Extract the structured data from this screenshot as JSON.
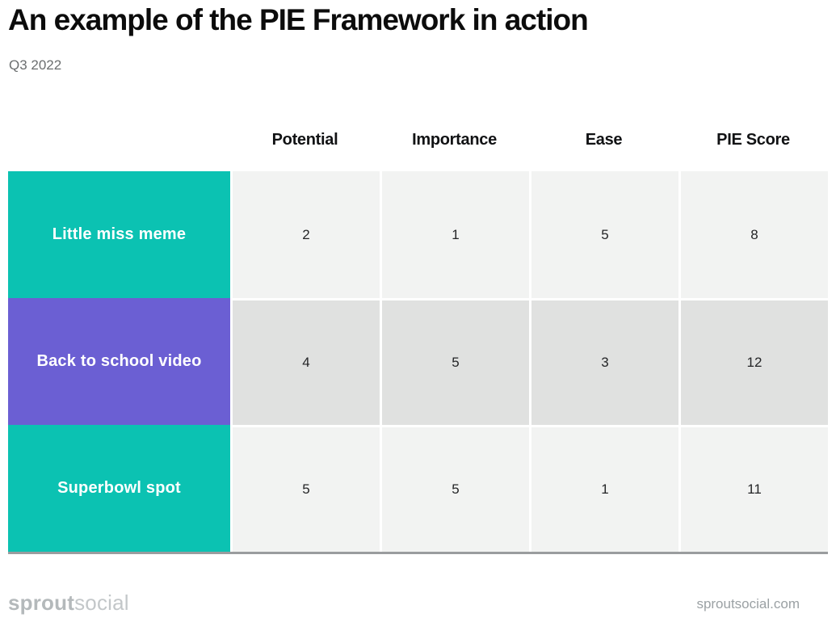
{
  "header": {
    "title": "An example of the PIE Framework in action",
    "subtitle": "Q3 2022"
  },
  "chart_data": {
    "type": "table",
    "title": "An example of the PIE Framework in action",
    "subtitle": "Q3 2022",
    "columns": [
      "Potential",
      "Importance",
      "Ease",
      "PIE Score"
    ],
    "rows": [
      {
        "label": "Little miss meme",
        "color": "teal",
        "values": [
          2,
          1,
          5,
          8
        ]
      },
      {
        "label": "Back to school video",
        "color": "purple",
        "values": [
          4,
          5,
          3,
          12
        ]
      },
      {
        "label": "Superbowl spot",
        "color": "teal",
        "values": [
          5,
          5,
          1,
          11
        ]
      }
    ]
  },
  "footer": {
    "logo_bold": "sprout",
    "logo_light": "social",
    "url": "sproutsocial.com"
  },
  "colors": {
    "teal": "#0bc2b2",
    "purple": "#6b5fd3",
    "row_light": "#f2f3f2",
    "row_dark": "#e0e1e0"
  }
}
